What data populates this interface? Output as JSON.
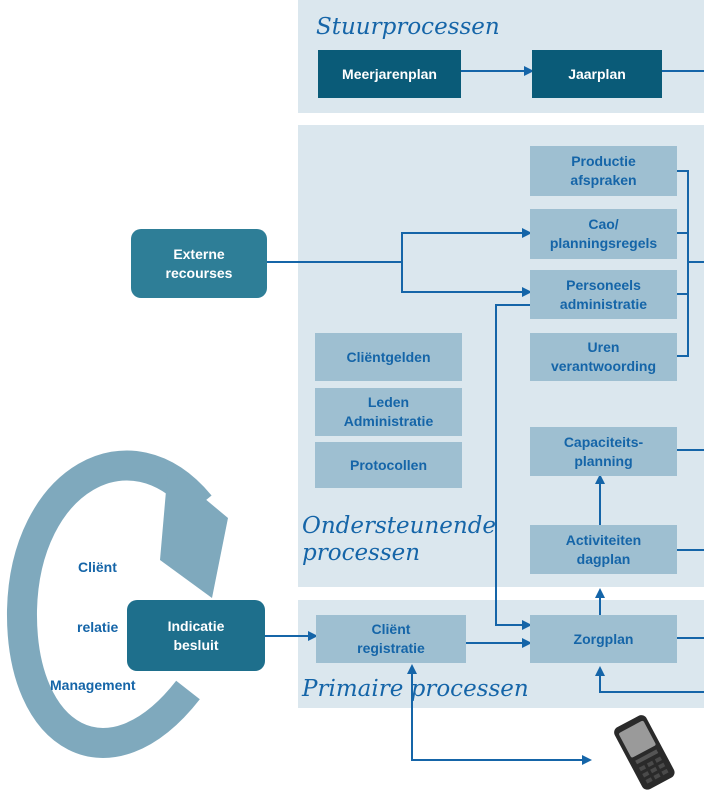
{
  "panels": {
    "stuur": "Stuurprocessen",
    "ondersteunend": [
      "Ondersteunende",
      "processen"
    ],
    "primair": "Primaire processen"
  },
  "boxes": {
    "meerjarenplan": "Meerjarenplan",
    "jaarplan": "Jaarplan",
    "productie_afspraken": [
      "Productie",
      "afspraken"
    ],
    "cao_planningsregels": [
      "Cao/",
      "planningsregels"
    ],
    "personeels_administratie": [
      "Personeels",
      "administratie"
    ],
    "uren_verantwoording": [
      "Uren",
      "verantwoording"
    ],
    "externe_recourses": [
      "Externe",
      "recourses"
    ],
    "clientgelden": "Cliëntgelden",
    "leden_administratie": [
      "Leden",
      "Administratie"
    ],
    "protocollen": "Protocollen",
    "capaciteitsplanning": [
      "Capaciteits-",
      "planning"
    ],
    "activiteiten_dagplan": [
      "Activiteiten",
      "dagplan"
    ],
    "indicatie_besluit": [
      "Indicatie",
      "besluit"
    ],
    "client_registratie": [
      "Cliënt",
      "registratie"
    ],
    "zorgplan": "Zorgplan"
  },
  "cycle_labels": {
    "line1": "Cliënt",
    "line2": "relatie",
    "line3": "Management"
  },
  "colors": {
    "panel": "#dbe7ee",
    "dark_box": "#0a5b78",
    "light_box": "#9ebfd1",
    "external_box": "#2e7e97",
    "accent_blue": "#1565a8",
    "cycle_arrow": "#7fa9bd"
  }
}
